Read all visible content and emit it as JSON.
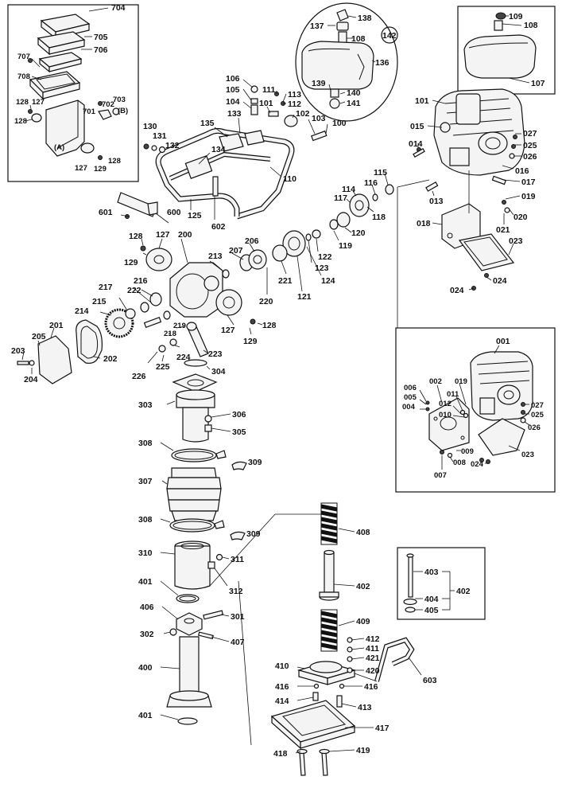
{
  "callouts": {
    "c704": "704",
    "c705": "705",
    "c706": "706",
    "c707": "707",
    "c708": "708",
    "c127a": "127",
    "c128a": "128",
    "c128b": "128",
    "c701": "701",
    "c702": "702",
    "c703": "703",
    "cB": "(B)",
    "cA": "(A)",
    "c127b": "127",
    "c129a": "129",
    "c128c": "128",
    "c138": "138",
    "c137": "137",
    "c108a": "108",
    "c142": "142",
    "c136": "136",
    "c139": "139",
    "c140": "140",
    "c141": "141",
    "c109": "109",
    "c108b": "108",
    "c107": "107",
    "c106": "106",
    "c105": "105",
    "c104": "104",
    "c111": "111",
    "c113": "113",
    "c101a": "101",
    "c112": "112",
    "c102": "102",
    "c103": "103",
    "c100": "100",
    "c133": "133",
    "c135": "135",
    "c130": "130",
    "c131": "131",
    "c132": "132",
    "c134": "134",
    "c110": "110",
    "c101b": "101",
    "c015": "015",
    "c014": "014",
    "c027a": "027",
    "c025a": "025",
    "c026a": "026",
    "c016": "016",
    "c017": "017",
    "c013": "013",
    "c019a": "019",
    "c018": "018",
    "c020": "020",
    "c021": "021",
    "c023a": "023",
    "c024a": "024",
    "c024b": "024",
    "c115": "115",
    "c116": "116",
    "c114": "114",
    "c117": "117",
    "c118": "118",
    "c120": "120",
    "c119": "119",
    "c122": "122",
    "c123": "123",
    "c124": "124",
    "c121": "121",
    "c601": "601",
    "c600": "600",
    "c125": "125",
    "c602": "602",
    "c128d": "128",
    "c127c": "127",
    "c200": "200",
    "c129b": "129",
    "c213": "213",
    "c207": "207",
    "c206": "206",
    "c221": "221",
    "c220": "220",
    "c217": "217",
    "c216": "216",
    "c222": "222",
    "c215": "215",
    "c214": "214",
    "c127d": "127",
    "c128e": "128",
    "c129c": "129",
    "c201": "201",
    "c205": "205",
    "c202": "202",
    "c203": "203",
    "c204": "204",
    "c219": "219",
    "c218": "218",
    "c223": "223",
    "c224": "224",
    "c225": "225",
    "c226": "226",
    "c304": "304",
    "c303": "303",
    "c306": "306",
    "c305": "305",
    "c308a": "308",
    "c309a": "309",
    "c307": "307",
    "c308b": "308",
    "c309b": "309",
    "c310": "310",
    "c311": "311",
    "c312": "312",
    "c401a": "401",
    "c406": "406",
    "c301": "301",
    "c302": "302",
    "c407": "407",
    "c400": "400",
    "c401b": "401",
    "c001": "001",
    "c006": "006",
    "c005": "005",
    "c004": "004",
    "c002": "002",
    "c019b": "019",
    "c011": "011",
    "c012": "012",
    "c010": "010",
    "c027b": "027",
    "c025b": "025",
    "c026b": "026",
    "c009": "009",
    "c008": "008",
    "c007": "007",
    "c023b": "023",
    "c024c": "024",
    "c408": "408",
    "c402a": "402",
    "c409": "409",
    "c412": "412",
    "c411": "411",
    "c421": "421",
    "c420": "420",
    "c410": "410",
    "c416a": "416",
    "c416b": "416",
    "c414": "414",
    "c413": "413",
    "c417": "417",
    "c418": "418",
    "c419": "419",
    "c603": "603",
    "c403": "403",
    "c402b": "402",
    "c404": "404",
    "c405": "405"
  }
}
